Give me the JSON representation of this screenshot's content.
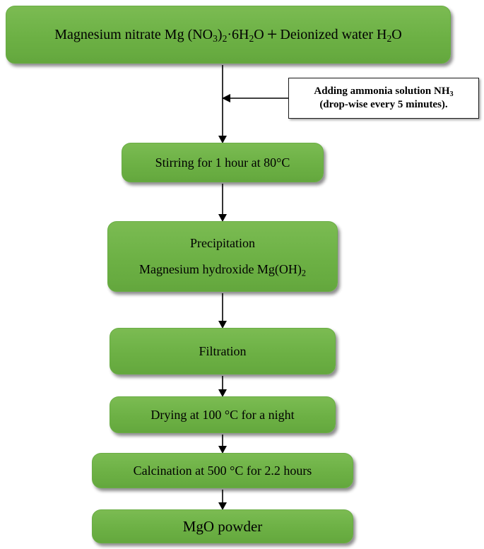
{
  "diagram": {
    "title": "MgO powder synthesis flowchart",
    "accent_color": "#6cb044",
    "note_border_color": "#1a1a1a",
    "arrow_color": "#000000"
  },
  "nodes": {
    "precursor": {
      "name": "precursor-mixture",
      "text_plain": "Magnesium nitrate Mg (NO3)2·6H2O + Deionized water H2O",
      "prefix": "Magnesium nitrate Mg (NO",
      "sub_1": "3",
      "mid_1": ")",
      "sub_2": "2",
      "mid_2": "·6H",
      "sub_3": "2",
      "mid_3": "O",
      "plus": "+",
      "suffix": "Deionized water H",
      "sub_4": "2",
      "tail": "O"
    },
    "stirring": {
      "name": "stirring-step",
      "text": "Stirring for 1 hour at 80°C"
    },
    "precipitation": {
      "name": "precipitation-step",
      "line_1": "Precipitation",
      "line_2_prefix": "Magnesium hydroxide Mg(OH)",
      "line_2_sub": "2"
    },
    "filtration": {
      "name": "filtration-step",
      "text": "Filtration"
    },
    "drying": {
      "name": "drying-step",
      "text": "Drying at 100 °C for a night"
    },
    "calcination": {
      "name": "calcination-step",
      "text": "Calcination at 500 °C for 2.2 hours"
    },
    "product": {
      "name": "product-output",
      "text": "MgO powder"
    }
  },
  "annotations": {
    "ammonia": {
      "line_1_prefix": "Adding ammonia solution NH",
      "line_1_sub": "3",
      "line_2": "(drop-wise every 5 minutes)."
    }
  },
  "connectors": [
    {
      "id": "precursor-to-stirring",
      "from": "precursor",
      "to": "stirring",
      "direction": "down"
    },
    {
      "id": "ammonia-to-stream",
      "from": "ammonia-note",
      "to": "precursor-to-stirring",
      "direction": "left"
    },
    {
      "id": "stirring-to-precipitation",
      "from": "stirring",
      "to": "precipitation",
      "direction": "down"
    },
    {
      "id": "precipitation-to-filtration",
      "from": "precipitation",
      "to": "filtration",
      "direction": "down"
    },
    {
      "id": "filtration-to-drying",
      "from": "filtration",
      "to": "drying",
      "direction": "down"
    },
    {
      "id": "drying-to-calcination",
      "from": "drying",
      "to": "calcination",
      "direction": "down"
    },
    {
      "id": "calcination-to-product",
      "from": "calcination",
      "to": "product",
      "direction": "down"
    }
  ]
}
